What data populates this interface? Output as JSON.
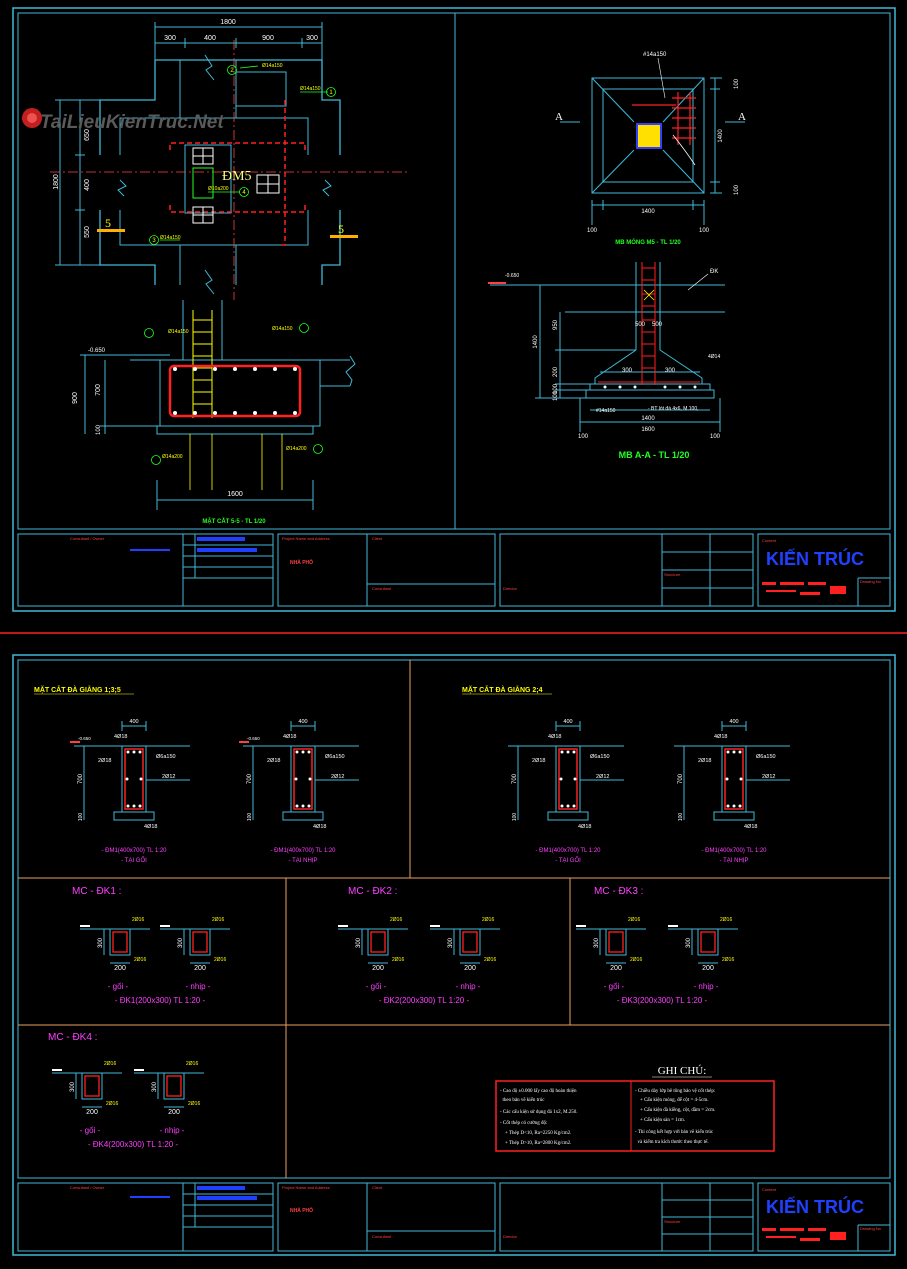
{
  "watermark": {
    "text": "TaiLieuKienTruc.Net"
  },
  "sheet1": {
    "plan": {
      "dims_top": [
        "1800",
        "300",
        "400",
        "900",
        "300"
      ],
      "dims_left": [
        "650",
        "400",
        "550",
        "1800"
      ],
      "label_dm": "ĐM5",
      "section_mark": "5",
      "rebar_a": "Ø14a150",
      "rebar_b": "Ø14a150",
      "rebar_c": "Ø10a200",
      "rebar_d": "Ø14a150",
      "circle_1": "1",
      "circle_2": "2",
      "circle_3": "3",
      "circle_4": "4"
    },
    "section55": {
      "level": "-0.650",
      "dims_left": [
        "900",
        "700",
        "100"
      ],
      "dim_bottom": "1600",
      "rebar_top": "Ø14a150",
      "rebar_left": "Ø14a150",
      "rebar_bottom_l": "Ø14a200",
      "rebar_bottom_r": "Ø14a200",
      "title": "MẶT CẮT 5-5 - TL 1/20"
    },
    "foundation_plan": {
      "rebar": "#14a150",
      "mark_left": "A",
      "mark_right": "A",
      "dims_right": [
        "100",
        "1400",
        "100"
      ],
      "dims_bottom": [
        "100",
        "1400",
        "100"
      ],
      "title": "MB MÓNG M5 - TL 1/20"
    },
    "section_aa": {
      "level": "-0.650",
      "label_dk": "ĐK",
      "dims_left": [
        "950",
        "1400",
        "200",
        "100",
        "100"
      ],
      "dims_mid": [
        "500",
        "500"
      ],
      "dims_base": [
        "300",
        "300",
        "1400",
        "1600",
        "100",
        "100"
      ],
      "rebar": "#14a150",
      "rebar2": "4Ø14",
      "note": "- BT lót đá 4x6, M.100,",
      "title": "MB A-A - TL 1/20"
    }
  },
  "title_block": {
    "consultant": "Consultant / Owner",
    "project": "Project Name and Address",
    "client": "Client",
    "project_name": "NHÀ PHỐ",
    "consultant2": "Consultant",
    "director": "Director",
    "structure": "Structure",
    "content": "Content",
    "drawing_no": "Drawing No",
    "brand": "KIẾN TRÚC"
  },
  "sheet2": {
    "panel1_title": "MẶT CẮT ĐÀ GIẰNG 1;3;5",
    "panel2_title": "MẶT CẮT ĐÀ GIẰNG 2;4",
    "beam_sections": [
      {
        "w": "400",
        "top": "4Ø18",
        "mid": "2Ø18",
        "stir": "Ø6a150",
        "side": "2Ø12",
        "bot": "4Ø18",
        "h": "700",
        "b": "100",
        "lvl": "-0.650",
        "cap": "- ĐM1(400x700) TL 1:20",
        "sub": "- TẠI GỐI"
      },
      {
        "w": "400",
        "top": "4Ø18",
        "mid": "2Ø18",
        "stir": "Ø6a150",
        "side": "2Ø12",
        "bot": "4Ø18",
        "h": "700",
        "b": "100",
        "lvl": "-0.650",
        "cap": "- ĐM1(400x700) TL 1:20",
        "sub": "- TẠI NHỊP"
      },
      {
        "w": "400",
        "top": "4Ø18",
        "mid": "2Ø18",
        "stir": "Ø6a150",
        "side": "2Ø12",
        "bot": "4Ø18",
        "h": "700",
        "b": "100",
        "lvl": "",
        "cap": "- ĐM1(400x700) TL 1:20",
        "sub": "- TẠI GỐI"
      },
      {
        "w": "400",
        "top": "4Ø18",
        "mid": "2Ø18",
        "stir": "Ø6a150",
        "side": "2Ø12",
        "bot": "4Ø18",
        "h": "700",
        "b": "100",
        "lvl": "",
        "cap": "- ĐM1(400x700) TL 1:20",
        "sub": "- TẠI NHỊP"
      }
    ],
    "small_groups": [
      {
        "title": "MC - ĐK1 :",
        "caption": "- ĐK1(200x300) TL 1:20 -"
      },
      {
        "title": "MC - ĐK2 :",
        "caption": "- ĐK2(200x300) TL 1:20 -"
      },
      {
        "title": "MC - ĐK3 :",
        "caption": "- ĐK3(200x300) TL 1:20 -"
      },
      {
        "title": "MC - ĐK4 :",
        "caption": "- ĐK4(200x300) TL 1:20 -"
      }
    ],
    "small_labels": {
      "goi": "- gối -",
      "nhip": "- nhịp -",
      "bar": "2Ø16",
      "w": "200",
      "h": "300"
    },
    "notes": {
      "title": "GHI CHÚ:",
      "left": [
        "- Cao độ ±0.000 lấy cao độ hoàn thiện",
        "  theo bản vẽ kiến trúc",
        "- Các cấu kiện sử dụng đá 1x2, M.250.",
        "- Cốt thép có cường độ:",
        "    + Thép D<10, Ra=2250 Kg/cm2.",
        "    + Thép D>10, Ra=2800 Kg/cm2."
      ],
      "right": [
        "- Chiều dày lớp bê tông bảo vệ cốt thép:",
        "    + Cấu kiện móng, đế cột = 4-5cm.",
        "    + Cấu kiện đà kiềng, cột, dầm = 2cm.",
        "    + Cấu kiện sàn = 1cm.",
        "- Thi công kết hợp với bản vẽ kiến trúc",
        "  và kiểm tra kích thước theo thực tế."
      ]
    }
  },
  "colors": {
    "frame": "#3fb9d8",
    "rebar": "#ff2020",
    "yellow": "#ffff00",
    "magenta": "#ff40ff",
    "green": "#22ff22",
    "white": "#ffffff",
    "orange": "#e8a060",
    "blue": "#2040ff"
  }
}
